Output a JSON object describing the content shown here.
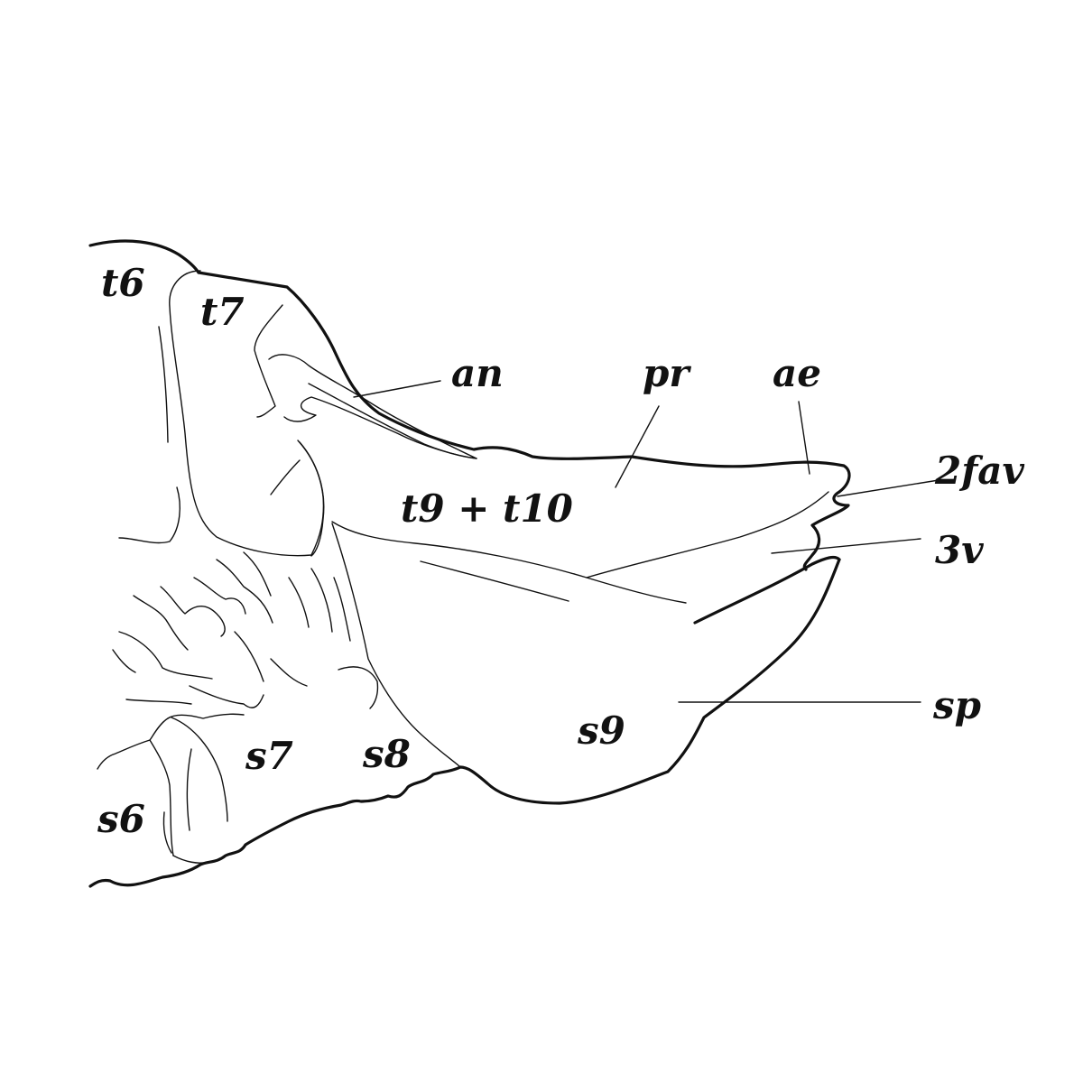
{
  "labels": {
    "t6": "t6",
    "t7": "t7",
    "an": "an",
    "pr": "pr",
    "ae": "ae",
    "fav2": "2fav",
    "v3": "3v",
    "t9t10": "t9 + t10",
    "sp": "sp",
    "s9": "s9",
    "s8": "s8",
    "s7": "s7",
    "s6": "s6"
  },
  "colors": {
    "line": "#111111",
    "background": "#ffffff"
  }
}
